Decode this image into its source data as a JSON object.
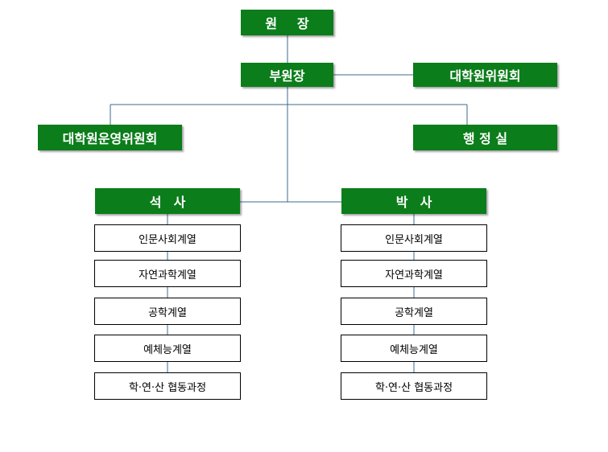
{
  "org": {
    "director": "원 장",
    "vice_director": "부원장",
    "graduate_committee": "대학원위원회",
    "operating_committee": "대학원운영위원회",
    "admin_office": "행 정 실",
    "masters": {
      "title": "석 사",
      "fields": [
        "인문사회계열",
        "자연과학계열",
        "공학계열",
        "예체능계열",
        "학·연·산 협동과정"
      ]
    },
    "doctoral": {
      "title": "박 사",
      "fields": [
        "인문사회계열",
        "자연과학계열",
        "공학계열",
        "예체능계열",
        "학·연·산 협동과정"
      ]
    }
  },
  "colors": {
    "green": "#0b7d1a",
    "line": "#3a6b8c"
  }
}
